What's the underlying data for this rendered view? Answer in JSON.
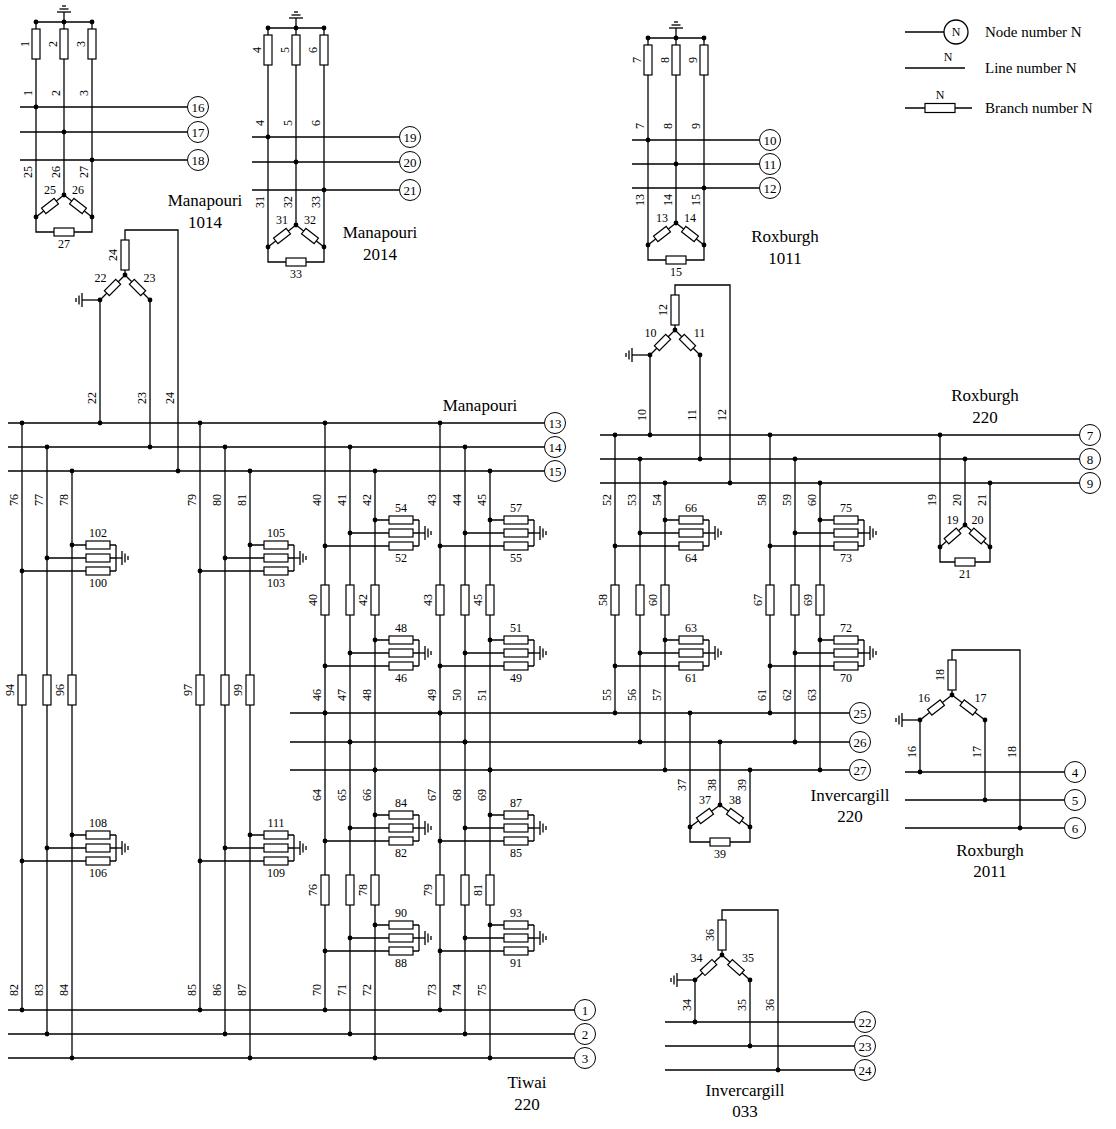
{
  "diagram": {
    "nodes": [
      {
        "text": [
          "16"
        ]
      },
      {
        "text": [
          "17"
        ]
      },
      {
        "text": [
          "18"
        ]
      },
      {
        "text": [
          "19"
        ]
      },
      {
        "text": [
          "20"
        ]
      },
      {
        "text": [
          "21"
        ]
      },
      {
        "text": [
          "10"
        ]
      },
      {
        "text": [
          "11"
        ]
      },
      {
        "text": [
          "12"
        ]
      },
      {
        "text": [
          "13"
        ]
      },
      {
        "text": [
          "14"
        ]
      },
      {
        "text": [
          "15"
        ]
      },
      {
        "text": [
          "7"
        ]
      },
      {
        "text": [
          "8"
        ]
      },
      {
        "text": [
          "9"
        ]
      },
      {
        "text": [
          "25"
        ]
      },
      {
        "text": [
          "26"
        ]
      },
      {
        "text": [
          "27"
        ]
      },
      {
        "text": [
          "4"
        ]
      },
      {
        "text": [
          "5"
        ]
      },
      {
        "text": [
          "6"
        ]
      },
      {
        "text": [
          "1"
        ]
      },
      {
        "text": [
          "2"
        ]
      },
      {
        "text": [
          "3"
        ]
      },
      {
        "text": [
          "22"
        ]
      },
      {
        "text": [
          "23"
        ]
      },
      {
        "text": [
          "24"
        ]
      }
    ],
    "labels": [
      "1",
      "2",
      "3",
      "1",
      "2",
      "3",
      "25",
      "26",
      "27",
      "25",
      "26",
      "27",
      "Manapouri",
      "1014",
      "4",
      "5",
      "6",
      "4",
      "5",
      "6",
      "31",
      "32",
      "33",
      "31",
      "32",
      "33",
      "Manapouri",
      "2014",
      "7",
      "8",
      "9",
      "7",
      "8",
      "9",
      "13",
      "14",
      "15",
      "13",
      "14",
      "15",
      "Roxburgh",
      "1011",
      "N",
      "N",
      "N",
      "22",
      "23",
      "24",
      "22",
      "23",
      "24",
      "Manapouri",
      "10",
      "11",
      "12",
      "10",
      "11",
      "12",
      "Roxburgh",
      "220",
      "19",
      "20",
      "21",
      "19",
      "20",
      "21",
      "76",
      "77",
      "78",
      "102",
      "100",
      "94",
      "96",
      "108",
      "106",
      "82",
      "83",
      "84",
      "79",
      "80",
      "81",
      "105",
      "103",
      "97",
      "99",
      "111",
      "109",
      "85",
      "86",
      "87",
      "40",
      "41",
      "42",
      "54",
      "52",
      "40",
      "42",
      "48",
      "46",
      "46",
      "47",
      "48",
      "64",
      "65",
      "66",
      "84",
      "82",
      "76",
      "78",
      "90",
      "88",
      "70",
      "71",
      "72",
      "43",
      "44",
      "45",
      "57",
      "55",
      "43",
      "45",
      "51",
      "49",
      "49",
      "50",
      "51",
      "67",
      "68",
      "69",
      "87",
      "85",
      "79",
      "81",
      "93",
      "91",
      "73",
      "74",
      "75",
      "52",
      "53",
      "54",
      "66",
      "64",
      "58",
      "60",
      "63",
      "61",
      "55",
      "56",
      "57",
      "58",
      "59",
      "60",
      "75",
      "73",
      "67",
      "69",
      "72",
      "70",
      "61",
      "62",
      "63",
      "37",
      "38",
      "39",
      "37",
      "38",
      "39",
      "Invercargill",
      "220",
      "16",
      "17",
      "18",
      "16",
      "17",
      "18",
      "Roxburgh",
      "2011",
      "34",
      "35",
      "36",
      "34",
      "35",
      "36",
      "Tiwai",
      "220",
      "Invercargill",
      "033"
    ],
    "legend": [
      {
        "text": "Node number N"
      },
      {
        "text": "Line number N"
      },
      {
        "text": "Branch number N"
      }
    ]
  }
}
